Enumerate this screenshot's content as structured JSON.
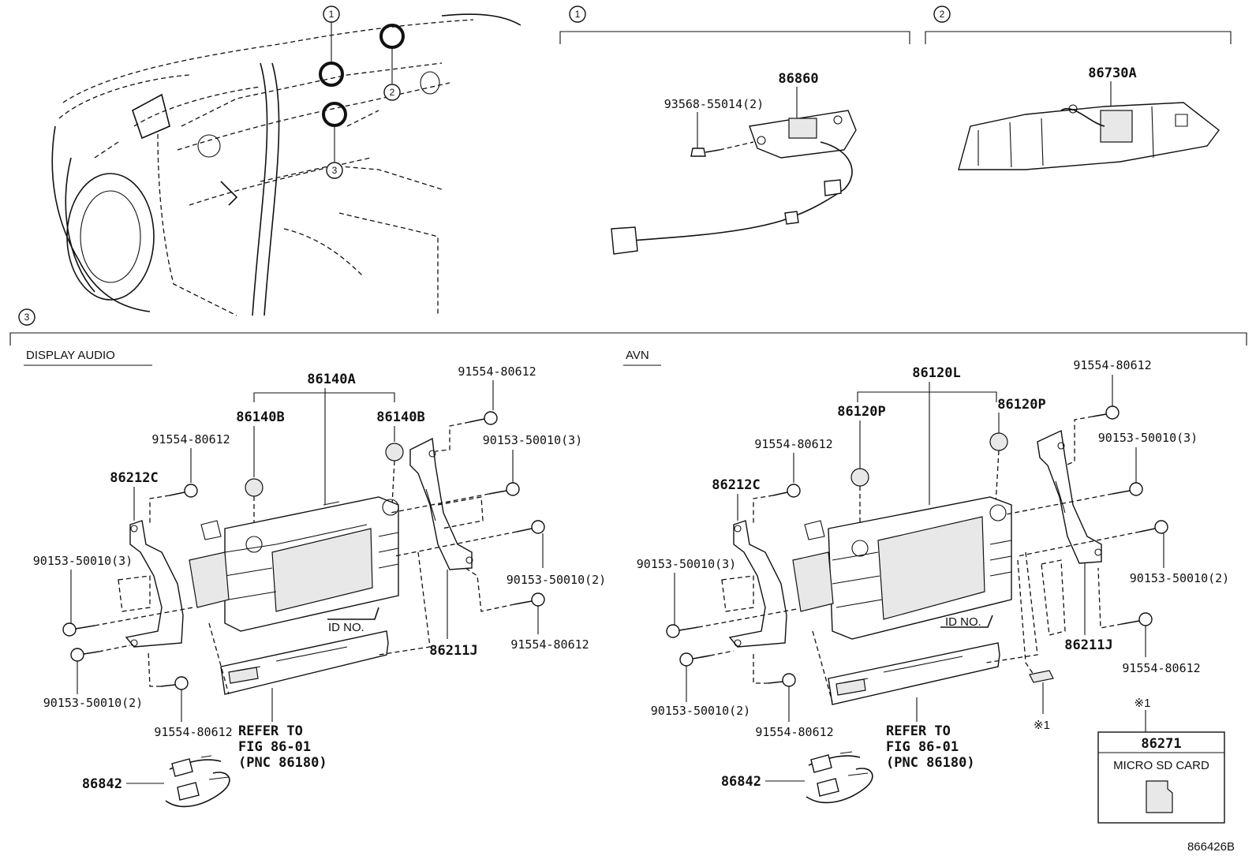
{
  "callouts": {
    "one": "1",
    "two": "2",
    "three": "3"
  },
  "section1": {
    "part_main": "86860",
    "part_screw": "93568-55014(2)"
  },
  "section2": {
    "part_main": "86730A"
  },
  "display_audio": {
    "heading": "DISPLAY AUDIO",
    "unit": "86140A",
    "knob_left": "86140B",
    "knob_right": "86140B",
    "bracket_left": "86212C",
    "bracket_right": "86211J",
    "screw_top_right": "91554-80612",
    "screw_upper_left": "91554-80612",
    "bolt_right_upper": "90153-50010(3)",
    "bolt_left": "90153-50010(3)",
    "bolt_right_lower": "90153-50010(2)",
    "screw_right_lower": "91554-80612",
    "bolt_left_lower": "90153-50010(2)",
    "screw_bottom": "91554-80612",
    "id_label": "ID NO.",
    "refer_line1": "REFER TO",
    "refer_line2": "FIG 86-01",
    "refer_line3": "(PNC 86180)",
    "harness": "86842"
  },
  "avn": {
    "heading": "AVN",
    "unit": "86120L",
    "knob_left": "86120P",
    "knob_right": "86120P",
    "bracket_left": "86212C",
    "bracket_right": "86211J",
    "screw_top_right": "91554-80612",
    "screw_upper_left": "91554-80612",
    "bolt_right_upper": "90153-50010(3)",
    "bolt_left": "90153-50010(3)",
    "bolt_right_lower": "90153-50010(2)",
    "screw_right_lower": "91554-80612",
    "bolt_left_lower": "90153-50010(2)",
    "screw_bottom": "91554-80612",
    "id_label": "ID NO.",
    "refer_line1": "REFER TO",
    "refer_line2": "FIG 86-01",
    "refer_line3": "(PNC 86180)",
    "harness": "86842",
    "note_mark": "※1"
  },
  "sd_card": {
    "mark": "※1",
    "part": "86271",
    "name": "MICRO SD CARD"
  },
  "figure_id": "866426B"
}
